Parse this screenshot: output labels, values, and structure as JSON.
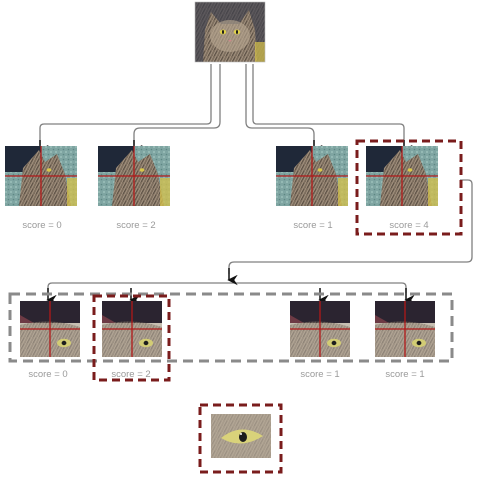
{
  "source_image": {
    "icon": "cat-photo"
  },
  "level1": [
    {
      "score": "score = 0",
      "icon": "cat-tile-photo"
    },
    {
      "score": "score = 2",
      "icon": "cat-tile-photo"
    },
    {
      "score": "score = 1",
      "icon": "cat-tile-photo"
    },
    {
      "score": "score = 4",
      "icon": "cat-tile-photo",
      "selected": true
    }
  ],
  "level2": [
    {
      "score": "score = 0",
      "icon": "cat-tile-photo"
    },
    {
      "score": "score = 2",
      "icon": "cat-tile-photo",
      "selected": true
    },
    {
      "score": "score = 1",
      "icon": "cat-tile-photo"
    },
    {
      "score": "score = 1",
      "icon": "cat-tile-photo"
    }
  ],
  "result": {
    "icon": "cat-eye-photo"
  },
  "colors": {
    "selection_box": "#7a1c1c",
    "group_box": "#8a8a8a",
    "grid_line": "#b01818",
    "connector": "#808080",
    "arrow_head": "#111111",
    "label_text": "#9a9a9a"
  }
}
